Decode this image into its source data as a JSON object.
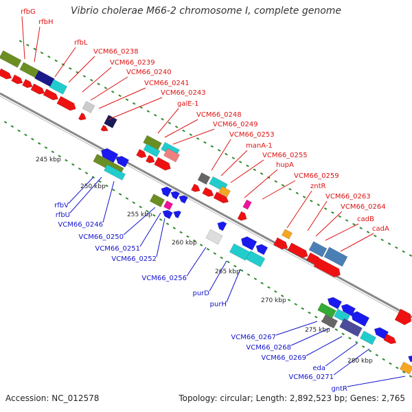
{
  "title": "Vibrio cholerae M66-2 chromosome I, complete genome",
  "footer": {
    "accession": "Accession: NC_012578",
    "topology": "Topology: circular; Length: 2,892,523 bp; Genes: 2,765"
  },
  "colors": {
    "forward_label": "#dd1111",
    "reverse_label": "#1111cc",
    "backbone": "#888888",
    "tick": "#2b8a2b",
    "cds_forward": "#ee1111",
    "cds_reverse": "#1a1aee"
  },
  "scale_labels": [
    "245 kbp",
    "250 kbp",
    "255 kbp",
    "260 kbp",
    "265 kbp",
    "270 kbp",
    "275 kbp",
    "280 kbp"
  ],
  "forward_genes": [
    "rfbG",
    "rfbH",
    "rfbL",
    "VCM66_0238",
    "VCM66_0239",
    "VCM66_0240",
    "VCM66_0241",
    "VCM66_0243",
    "galE-1",
    "VCM66_0248",
    "VCM66_0249",
    "VCM66_0253",
    "manA-1",
    "VCM66_0255",
    "hupA",
    "VCM66_0259",
    "zntR",
    "VCM66_0263",
    "VCM66_0264",
    "cadB",
    "cadA"
  ],
  "reverse_genes": [
    "rfbV",
    "rfbU",
    "VCM66_0246",
    "VCM66_0250",
    "VCM66_0251",
    "VCM66_0252",
    "VCM66_0256",
    "purD",
    "purH",
    "VCM66_0267",
    "VCM66_0268",
    "VCM66_0269",
    "eda",
    "VCM66_0271",
    "gntR"
  ]
}
